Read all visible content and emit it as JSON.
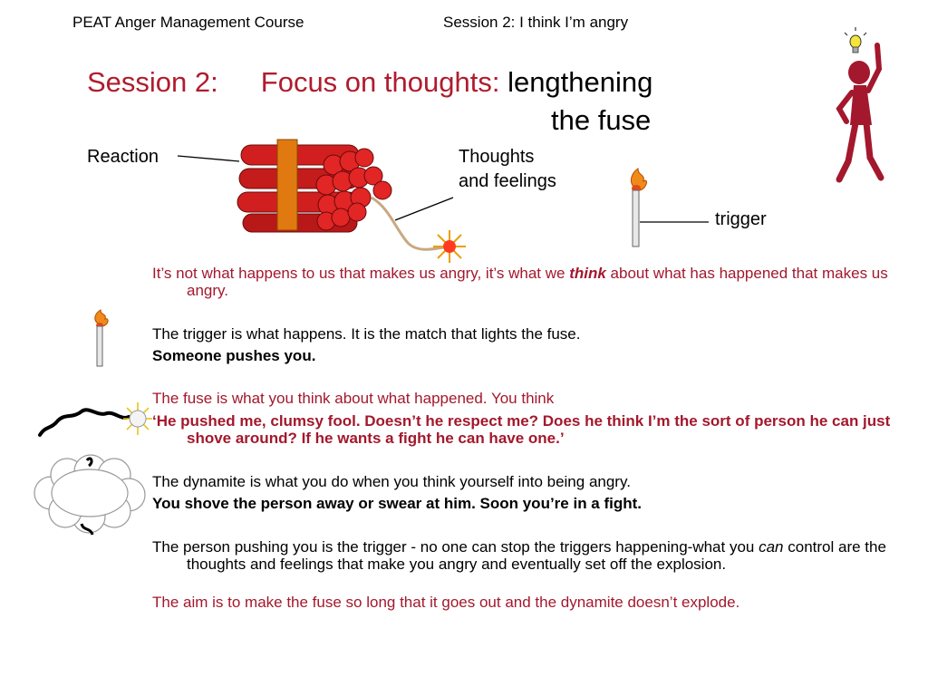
{
  "header": {
    "course": "PEAT Anger Management Course",
    "session": "Session 2: I think I’m angry"
  },
  "title": {
    "part1": "Session 2:",
    "part2": "Focus on thoughts:",
    "part3": "lengthening",
    "part4": "the fuse"
  },
  "diagram": {
    "reaction": "Reaction",
    "thoughts_line1": "Thoughts",
    "thoughts_line2": "and feelings",
    "trigger": "trigger"
  },
  "body": {
    "p1_a": "It’s not what happens to us that makes us angry, it’s what we ",
    "p1_em": "think",
    "p1_b": " about what has happened that makes us angry.",
    "p2": "The trigger is what happens. It is the match that lights the fuse.",
    "p3": "Someone pushes you.",
    "p4": "The fuse is what you think about what happened. You think",
    "p5": "‘He pushed me, clumsy fool. Doesn’t he respect me? Does he think I’m the sort of person he can just shove around? If he wants a fight he can have one.’",
    "p6": "The dynamite is what you do when you think yourself into being angry.",
    "p7": "You shove the person away or swear at him. Soon you’re in a fight.",
    "p8_a": "The person pushing you is the trigger - no one can stop the triggers happening-what you ",
    "p8_em": "can",
    "p8_b": " control are the thoughts and feelings that make you angry and eventually set off the explosion.",
    "p9": "The aim is to make the fuse so long that it goes out and the dynamite doesn’t explode."
  },
  "colors": {
    "accent_red": "#b01c2e",
    "dynamite_red": "#d11f1f",
    "band_orange": "#e07a10"
  },
  "icons": [
    "lightbulb-icon",
    "thinking-figure-icon",
    "dynamite-icon",
    "match-icon",
    "short-fuse-icon",
    "explosion-cloud-icon"
  ]
}
